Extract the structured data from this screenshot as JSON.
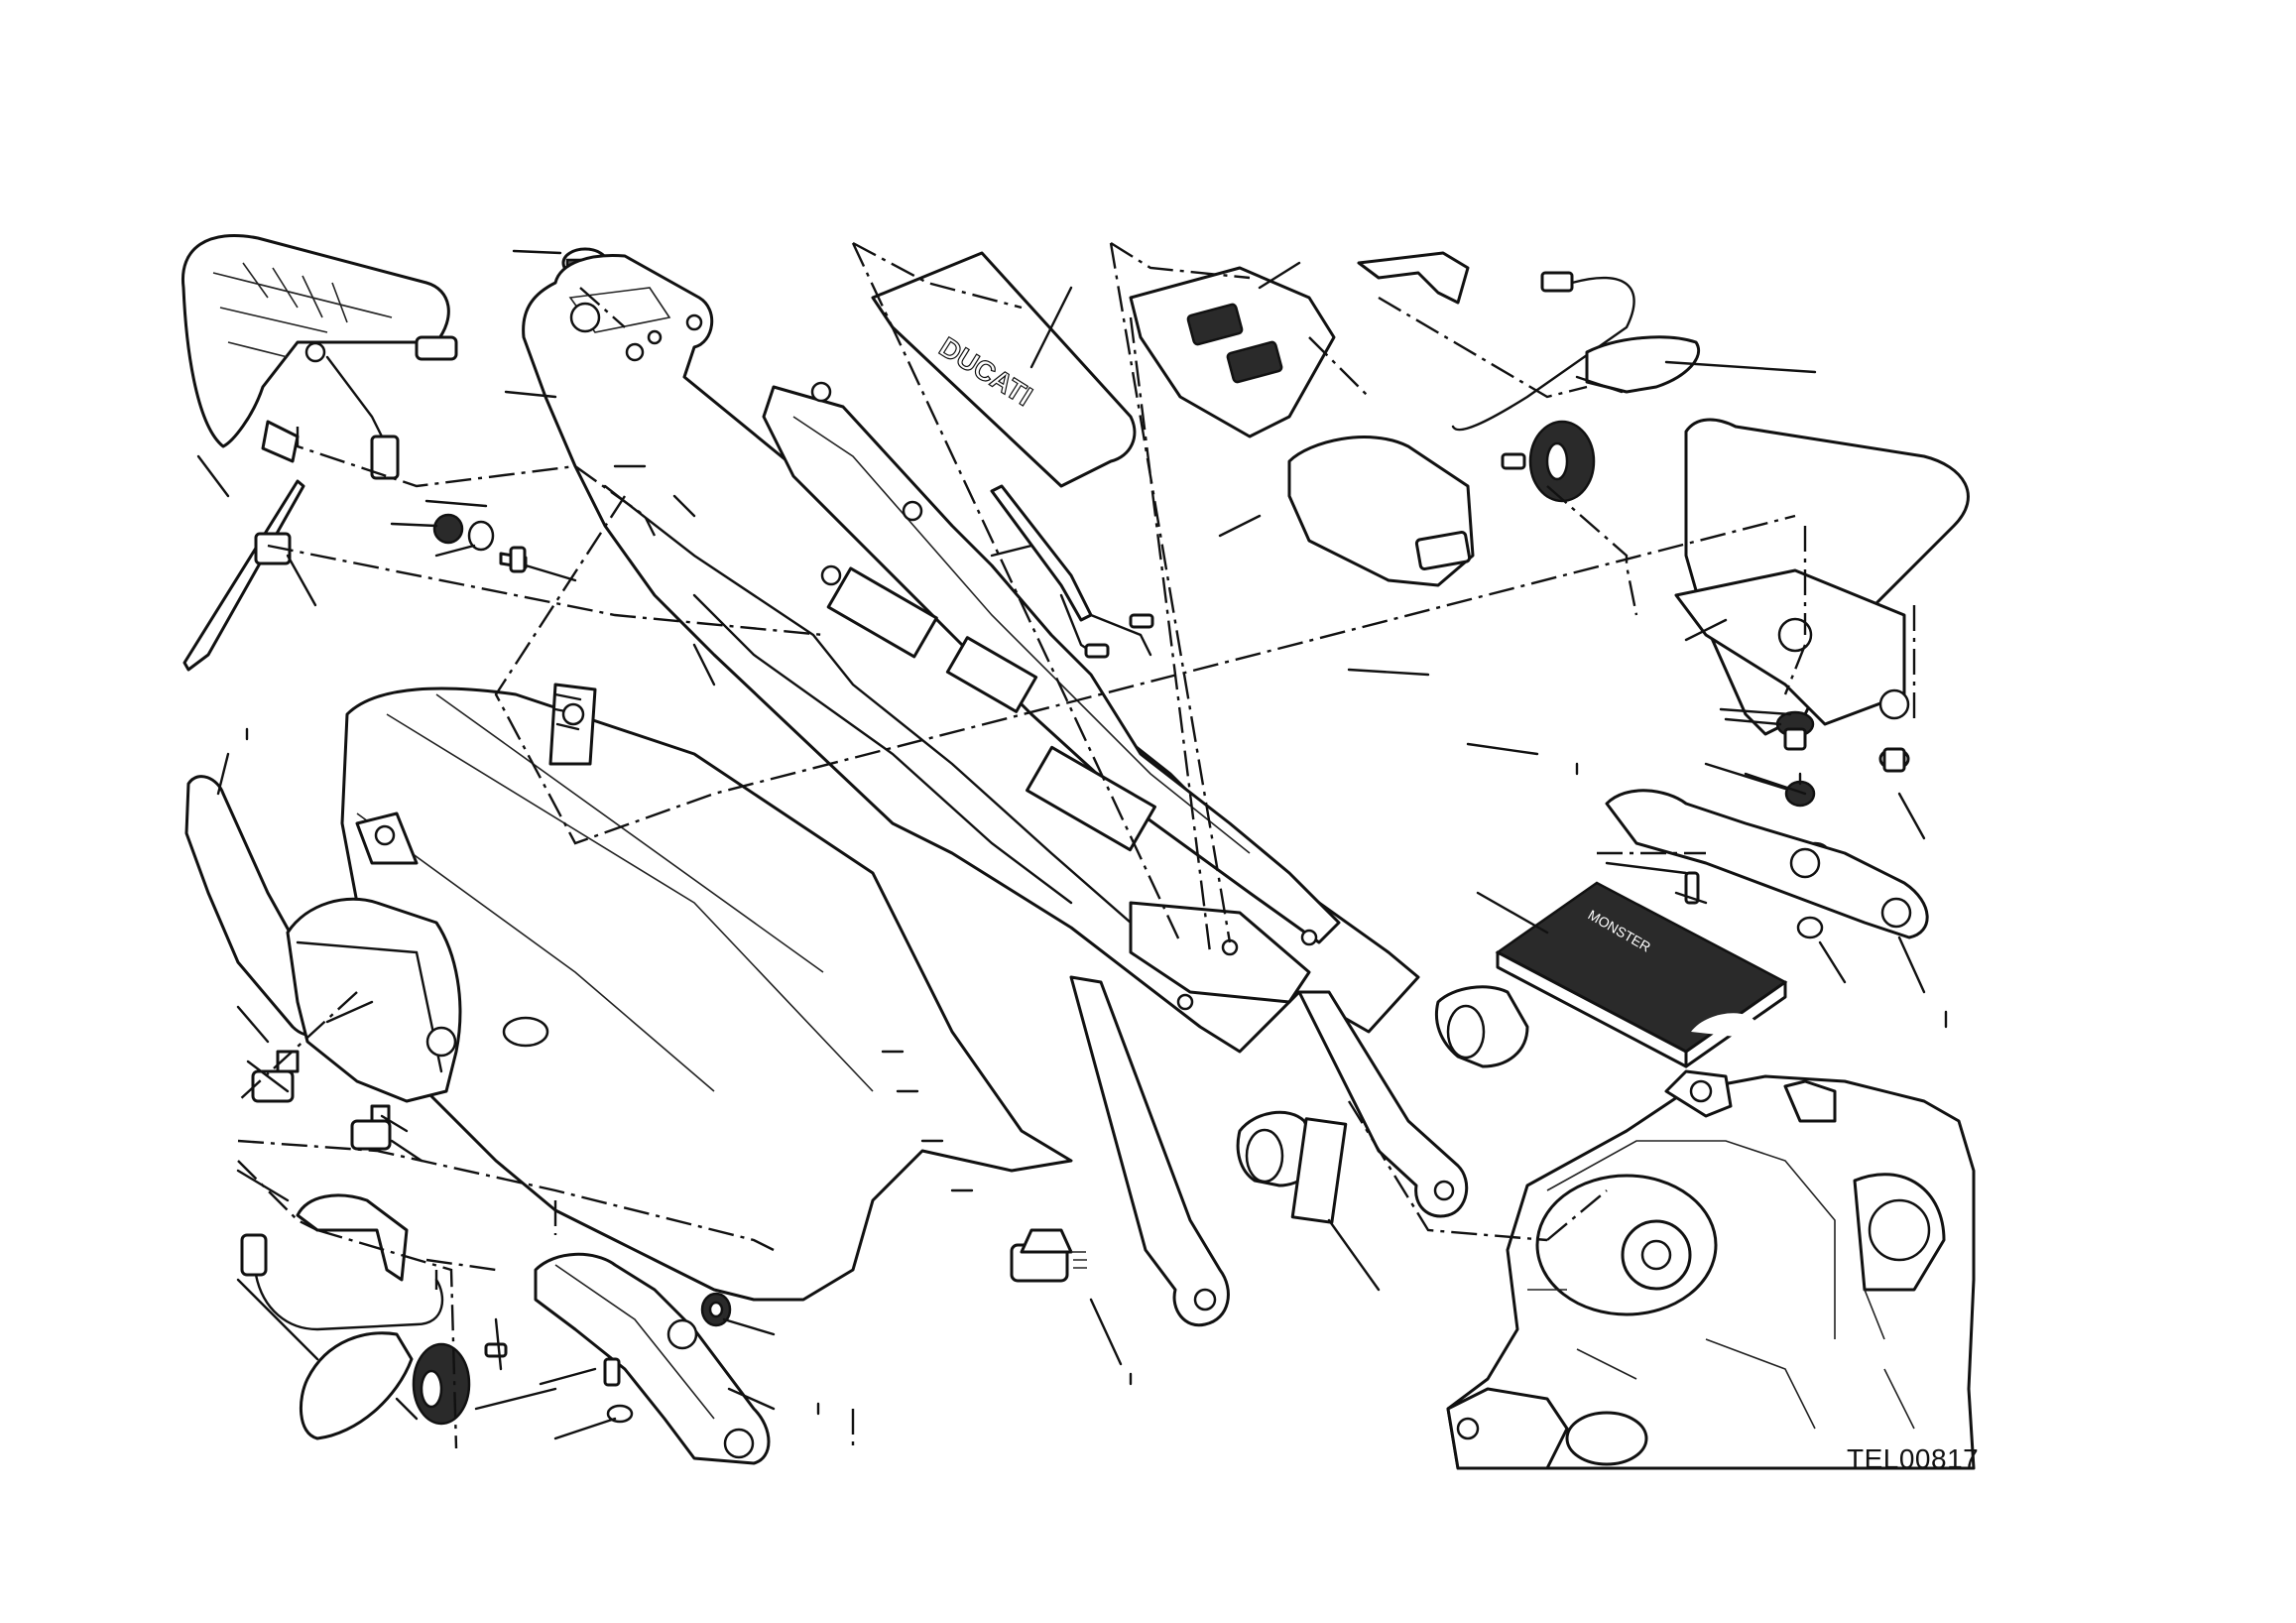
{
  "diagram": {
    "drawing_code": "TEL00817",
    "cover_brand_text": "DUCATI",
    "manual_title_text": "MONSTER"
  },
  "colors": {
    "line": "#111111",
    "background": "#ffffff",
    "manual_cover": "#2a2a2a"
  }
}
